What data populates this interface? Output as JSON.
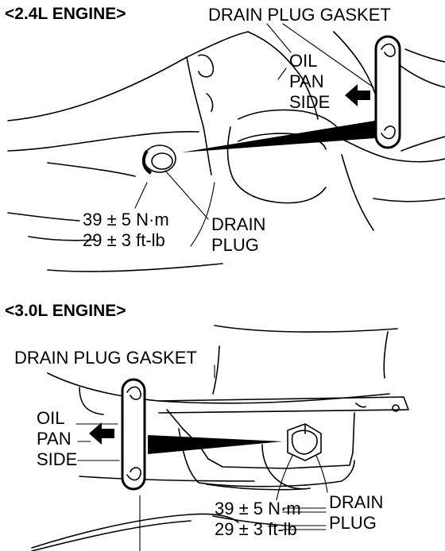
{
  "engine_24": {
    "heading": "<2.4L ENGINE>",
    "gasket_label": "DRAIN PLUG GASKET",
    "oil_pan_side": [
      "OIL",
      "PAN",
      "SIDE"
    ],
    "torque_nm": "39 ± 5 N·m",
    "torque_ftlb": "29 ± 3 ft-lb",
    "plug_label": [
      "DRAIN",
      "PLUG"
    ]
  },
  "engine_30": {
    "heading": "<3.0L ENGINE>",
    "gasket_label": "DRAIN PLUG GASKET",
    "oil_pan_side": [
      "OIL",
      "PAN",
      "SIDE"
    ],
    "torque_nm": "39 ± 5 N·m",
    "torque_ftlb": "29 ± 3 ft-lb",
    "plug_label": [
      "DRAIN",
      "PLUG"
    ]
  }
}
